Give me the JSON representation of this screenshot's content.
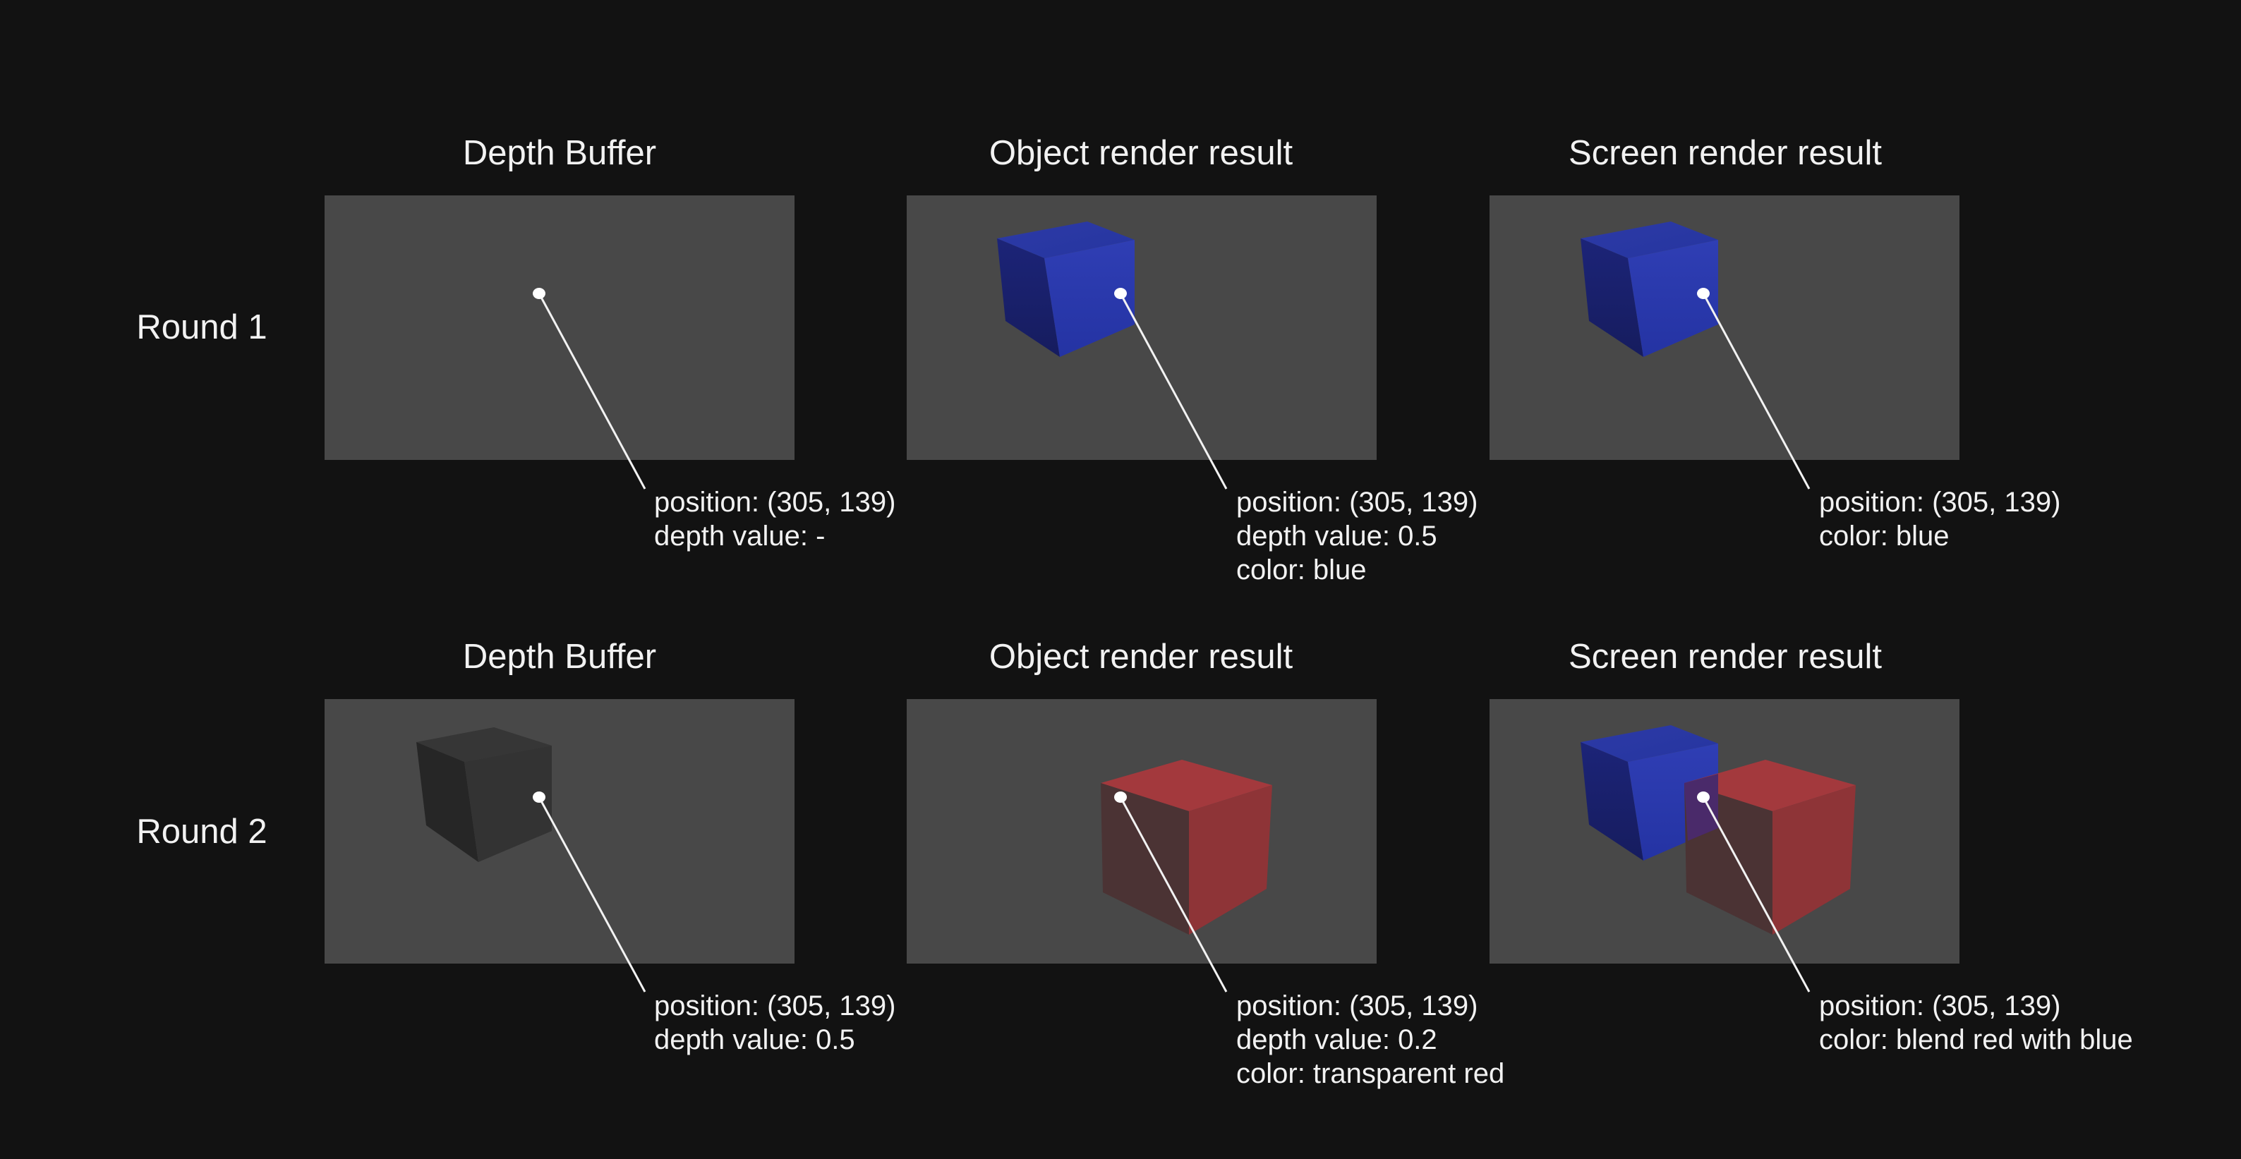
{
  "column_titles": [
    "Depth Buffer",
    "Object render result",
    "Screen render result"
  ],
  "rounds": [
    {
      "label": "Round 1",
      "panels": [
        {
          "title": "Depth Buffer",
          "cubes": [],
          "annotation": [
            "position:  (305, 139)",
            "depth value: -"
          ]
        },
        {
          "title": "Object render result",
          "cubes": [
            "blue"
          ],
          "annotation": [
            "position:  (305, 139)",
            "depth value: 0.5",
            "color: blue"
          ]
        },
        {
          "title": "Screen render result",
          "cubes": [
            "blue"
          ],
          "annotation": [
            "position:  (305, 139)",
            "color: blue"
          ]
        }
      ]
    },
    {
      "label": "Round 2",
      "panels": [
        {
          "title": "Depth Buffer",
          "cubes": [
            "gray"
          ],
          "annotation": [
            "position:  (305, 139)",
            "depth value: 0.5"
          ]
        },
        {
          "title": "Object render result",
          "cubes": [
            "transparent-red"
          ],
          "annotation": [
            "position:  (305, 139)",
            "depth value: 0.2",
            "color: transparent red"
          ]
        },
        {
          "title": "Screen render result",
          "cubes": [
            "blue",
            "transparent-red"
          ],
          "annotation": [
            "position:  (305, 139)",
            "color: blend red with blue"
          ]
        }
      ]
    }
  ],
  "colors": {
    "background": "#121212",
    "panel": "#484848",
    "text": "#f2f2f2",
    "blue_cube": "#2a36a8",
    "red_cube": "#a83a3e",
    "gray_cube": "#3a3a3a"
  }
}
